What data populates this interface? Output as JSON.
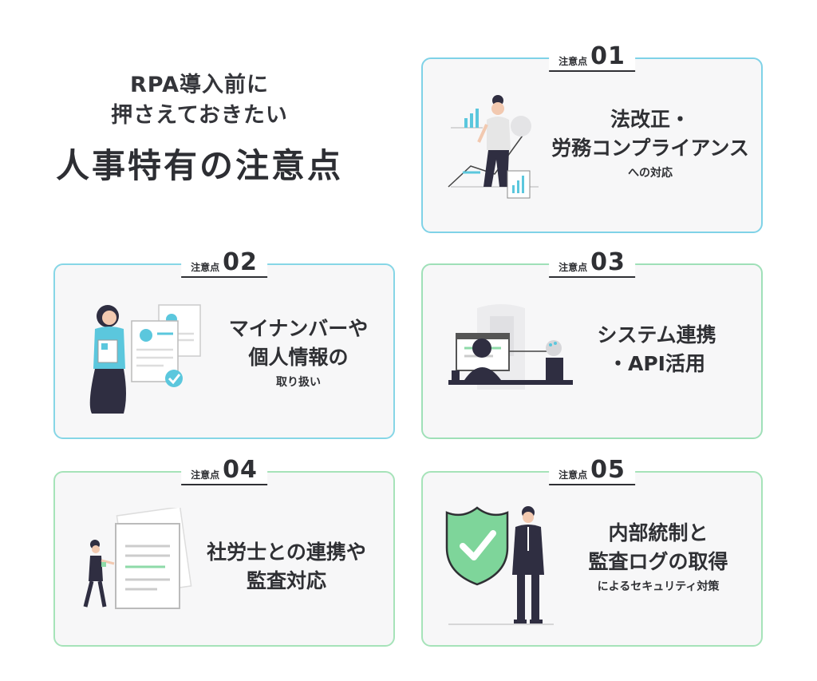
{
  "title": {
    "line1": "RPA導入前に",
    "line2": "押さえておきたい",
    "main": "人事特有の注意点"
  },
  "badge_label": "注意点",
  "colors": {
    "accent_blue": "#5bc7dd",
    "accent_green": "#8edaa8",
    "card_bg": "#f7f7f8",
    "text": "#2f3034"
  },
  "cards": [
    {
      "num": "01",
      "main": [
        "法改正・",
        "労務コンプライアンス"
      ],
      "sub": "への対応",
      "icon": "woman-presenting-chart-icon"
    },
    {
      "num": "02",
      "main": [
        "マイナンバーや",
        "個人情報の"
      ],
      "sub": "取り扱い",
      "icon": "woman-with-id-documents-icon"
    },
    {
      "num": "03",
      "main": [
        "システム連携",
        "・API活用"
      ],
      "sub": "",
      "icon": "person-at-computer-with-robot-icon"
    },
    {
      "num": "04",
      "main": [
        "社労士との連携や",
        "監査対応"
      ],
      "sub": "",
      "icon": "woman-with-documents-icon"
    },
    {
      "num": "05",
      "main": [
        "内部統制と",
        "監査ログの取得"
      ],
      "sub": "によるセキュリティ対策",
      "icon": "shield-check-businessman-icon"
    }
  ]
}
